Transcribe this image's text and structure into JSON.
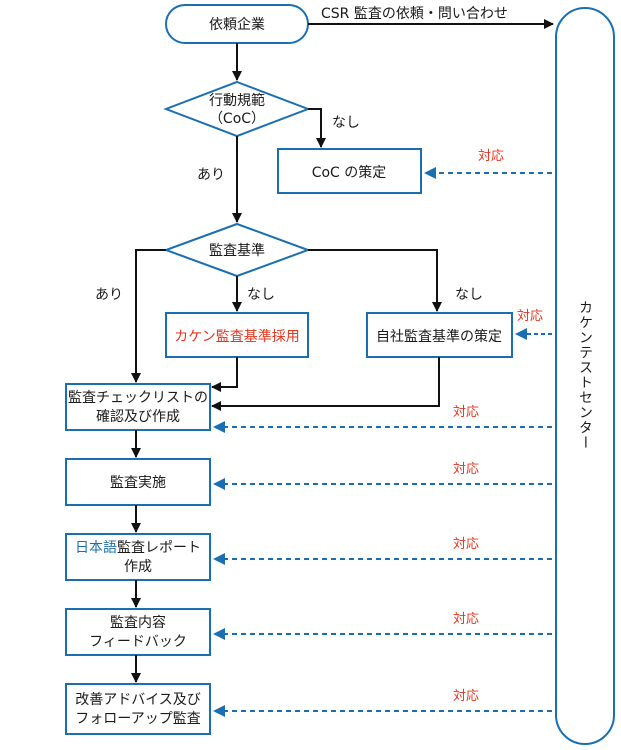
{
  "colors": {
    "box_border": "#1a6fb3",
    "arrow": "#111111",
    "dashed": "#1a6fb3",
    "accent_red": "#e8341c",
    "accent_blue": "#1a6fb3",
    "text": "#1a1a1a"
  },
  "nodes": {
    "start": "依頼企業",
    "coc_decision_line1": "行動規範",
    "coc_decision_line2": "（CoC）",
    "coc_creation": "CoC の策定",
    "audit_standard": "監査基準",
    "kaken_standard": "カケン監査基準採用",
    "own_standard": "自社監査基準の策定",
    "checklist_line1": "監査チェックリストの",
    "checklist_line2": "確認及び作成",
    "audit_exec": "監査実施",
    "report_line1_prefix": "日本語",
    "report_line1_suffix": "監査レポート",
    "report_line2": "作成",
    "feedback_line1": "監査内容",
    "feedback_line2": "フィードバック",
    "advice_line1": "改善アドバイス及び",
    "advice_line2": "フォローアップ監査",
    "center": "カケンテストセンター"
  },
  "labels": {
    "csr_request": "CSR 監査の依頼・問い合わせ",
    "none_coc": "なし",
    "yes_coc": "あり",
    "yes_standard": "あり",
    "none_mid": "なし",
    "none_right": "なし",
    "support": [
      "対応",
      "対応",
      "対応",
      "対応",
      "対応",
      "対応",
      "対応"
    ]
  }
}
